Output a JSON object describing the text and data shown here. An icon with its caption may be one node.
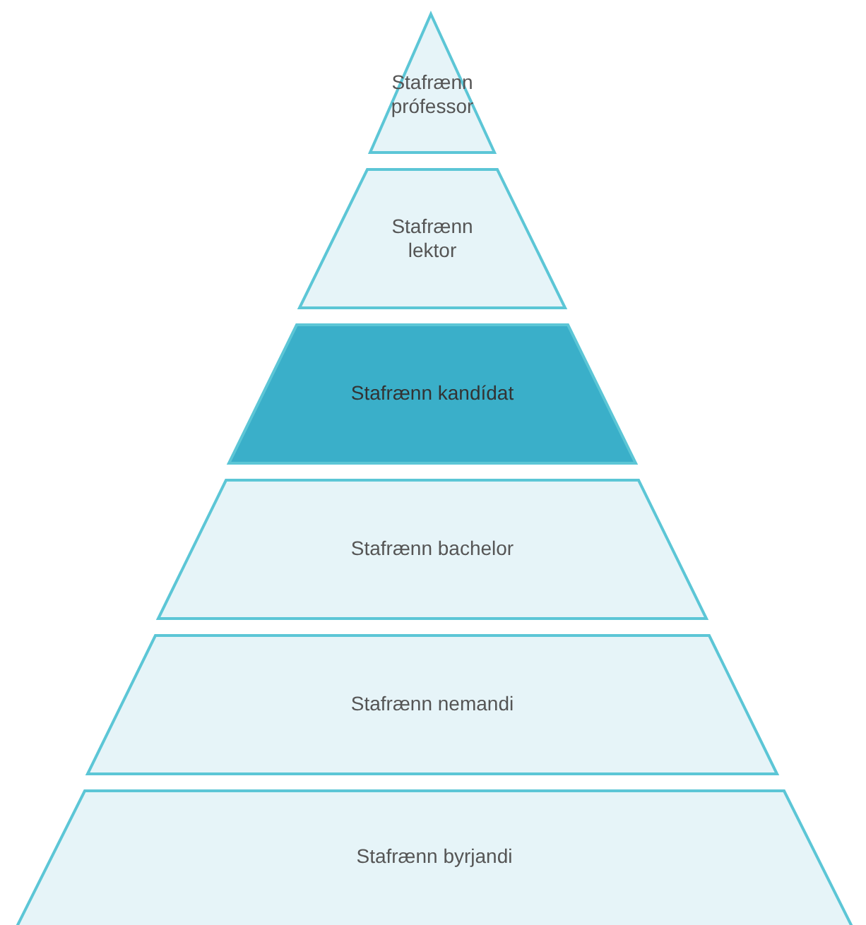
{
  "diagram": {
    "nodes": [
      {
        "text": [
          "Stafrænn prófessor"
        ]
      },
      {
        "text": [
          "Stafrænn lektor"
        ]
      },
      {
        "text": [
          "Stafrænn kandídat"
        ]
      },
      {
        "text": [
          "Stafrænn bachelor"
        ]
      },
      {
        "text": [
          "Stafrænn nemandi"
        ]
      },
      {
        "text": [
          "Stafrænn byrjandi"
        ]
      }
    ]
  }
}
